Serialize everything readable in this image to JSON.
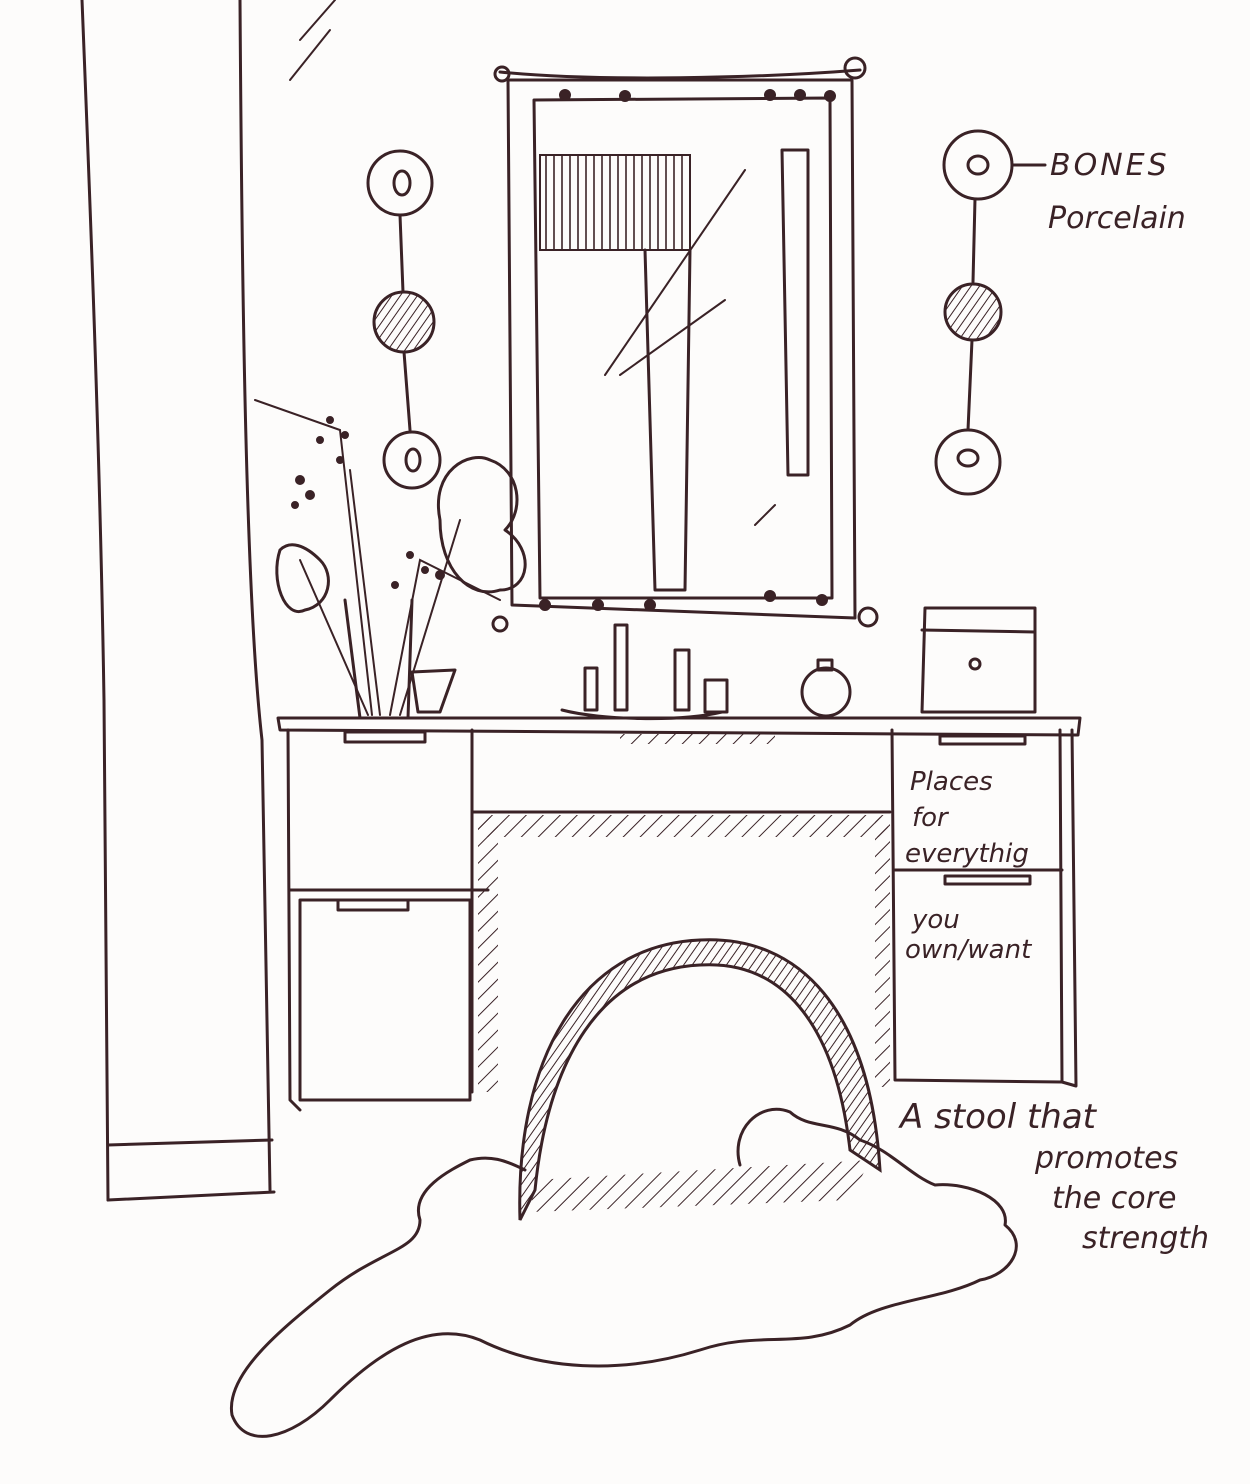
{
  "annotations": {
    "bones_label": "BONES",
    "porcelain_label": "Porcelain",
    "drawer_note_line1": "Places",
    "drawer_note_line2": "for",
    "drawer_note_line3": "everythig",
    "drawer_note_line4": "you",
    "drawer_note_line5": "own/want",
    "stool_note_line1": "A stool that",
    "stool_note_line2": "promotes",
    "stool_note_line3": "the core",
    "stool_note_line4": "strength"
  },
  "colors": {
    "ink": "#3a2226",
    "paper": "#fdfcfb"
  }
}
